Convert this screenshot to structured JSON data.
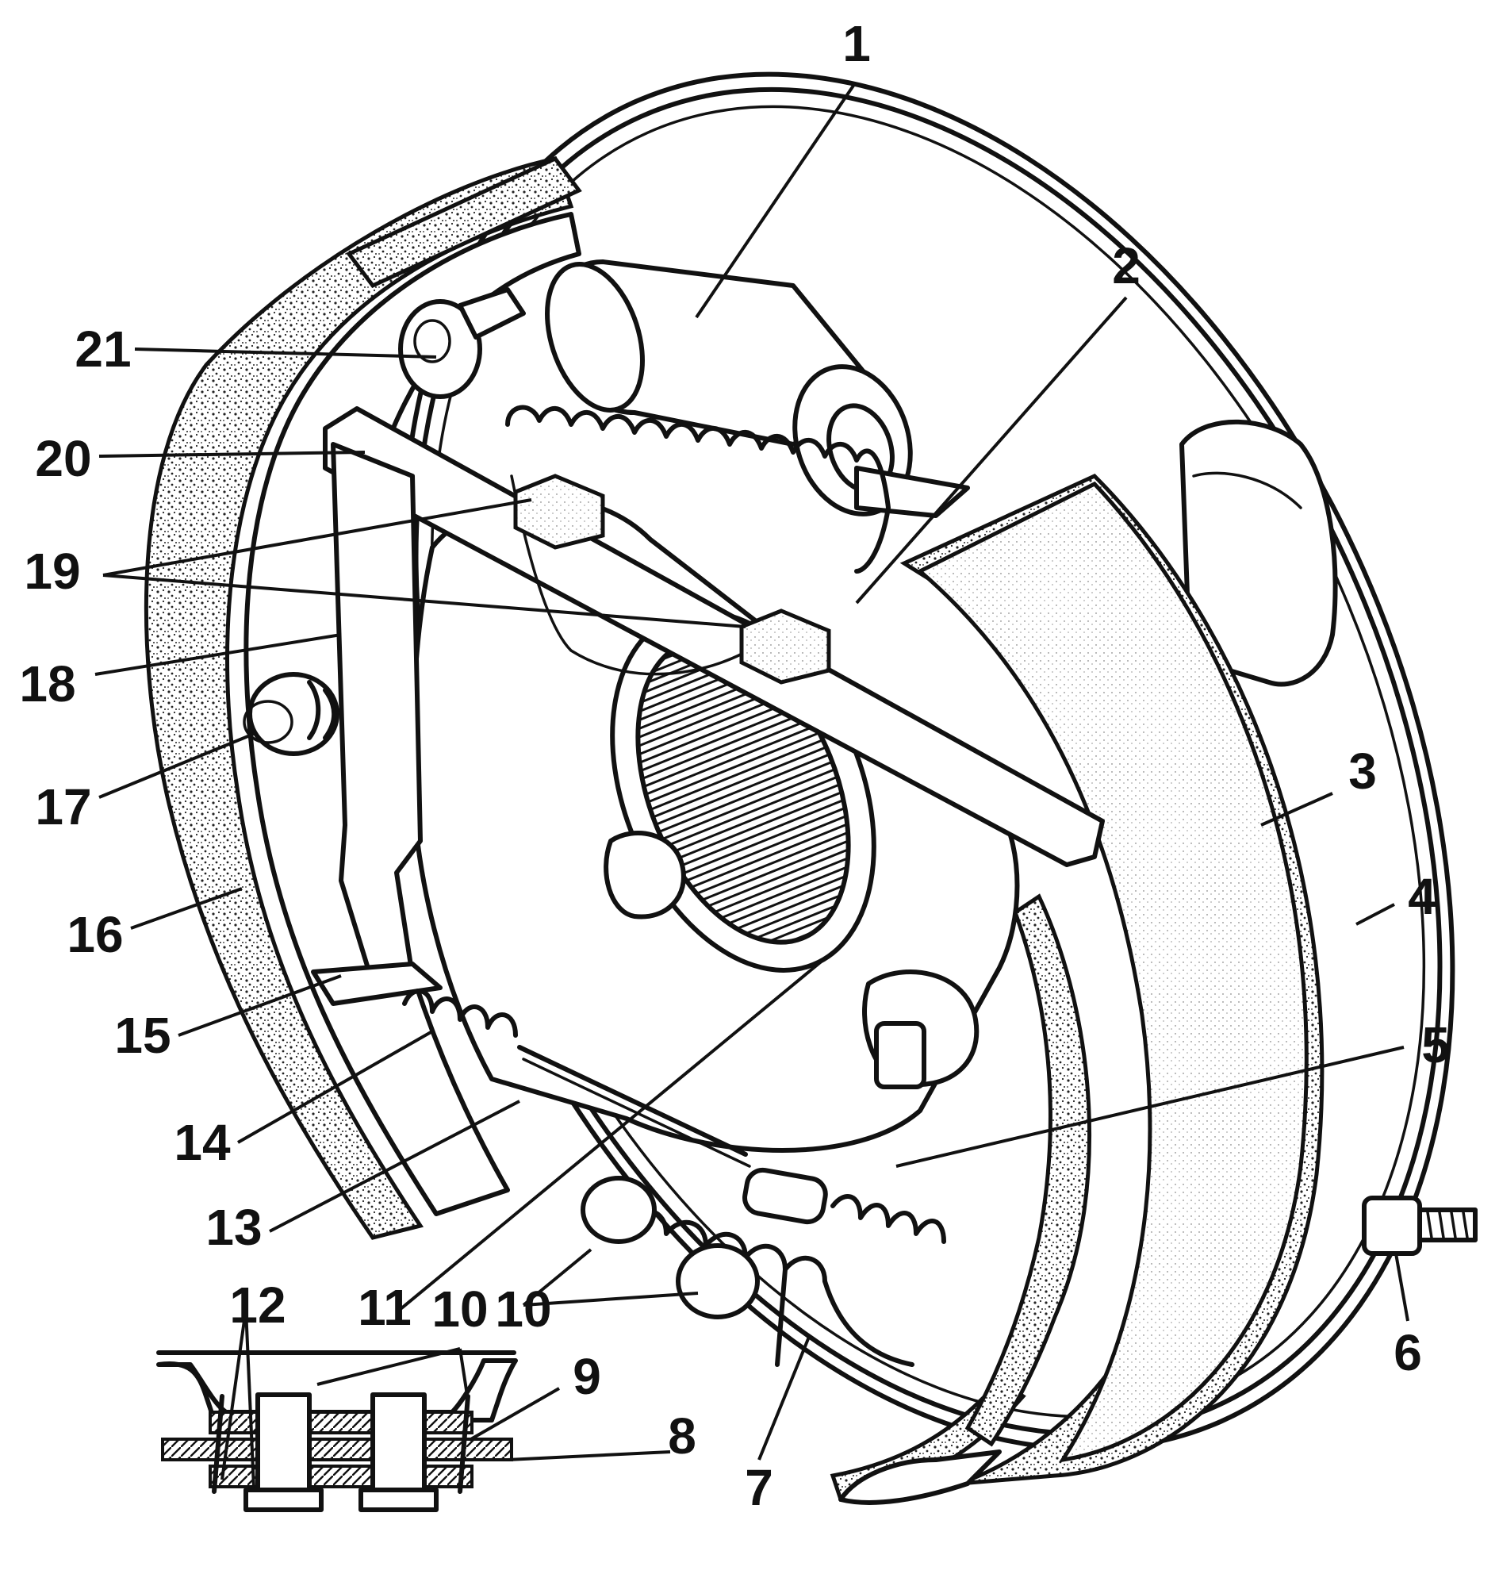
{
  "callouts": [
    {
      "id": "1",
      "label": "1"
    },
    {
      "id": "2",
      "label": "2"
    },
    {
      "id": "3",
      "label": "3"
    },
    {
      "id": "4",
      "label": "4"
    },
    {
      "id": "5",
      "label": "5"
    },
    {
      "id": "6",
      "label": "6"
    },
    {
      "id": "7",
      "label": "7"
    },
    {
      "id": "8",
      "label": "8"
    },
    {
      "id": "9",
      "label": "9"
    },
    {
      "id": "10a",
      "label": "10"
    },
    {
      "id": "10b",
      "label": "10"
    },
    {
      "id": "11",
      "label": "11"
    },
    {
      "id": "12",
      "label": "12"
    },
    {
      "id": "13",
      "label": "13"
    },
    {
      "id": "14",
      "label": "14"
    },
    {
      "id": "15",
      "label": "15"
    },
    {
      "id": "16",
      "label": "16"
    },
    {
      "id": "17",
      "label": "17"
    },
    {
      "id": "18",
      "label": "18"
    },
    {
      "id": "19",
      "label": "19"
    },
    {
      "id": "20",
      "label": "20"
    },
    {
      "id": "21",
      "label": "21"
    }
  ],
  "ink_color": "#111111",
  "background_color": "#ffffff"
}
